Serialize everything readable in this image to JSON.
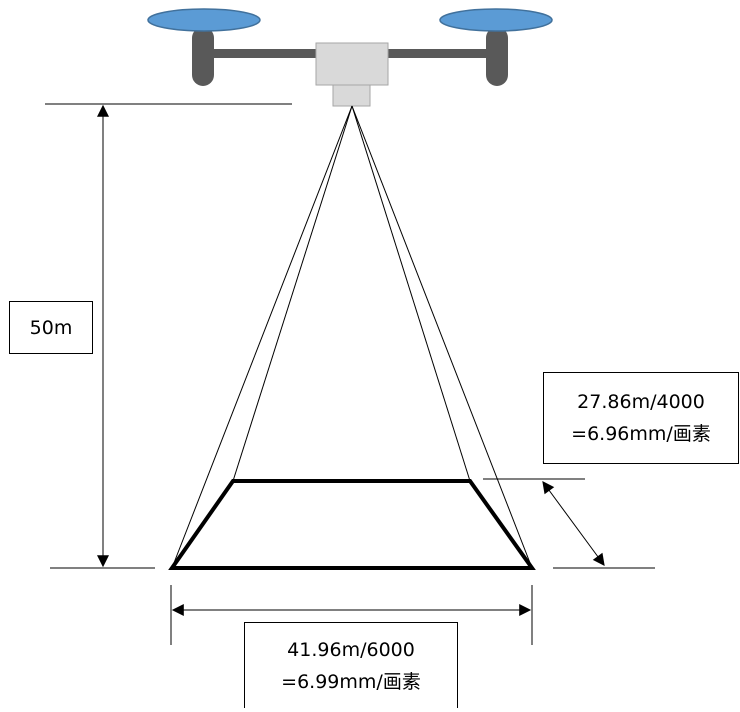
{
  "labels": {
    "height": "50m",
    "depth_line1": "27.86m/4000",
    "depth_line2": "=6.96mm/画素",
    "width_line1": "41.96m/6000",
    "width_line2": "=6.99mm/画素"
  },
  "colors": {
    "rotor": "#5b9bd5",
    "rotor_edge": "#41719c",
    "motor_arm": "#595959",
    "body": "#d9d9d9",
    "body_edge": "#a6a6a6",
    "line": "#000000"
  }
}
